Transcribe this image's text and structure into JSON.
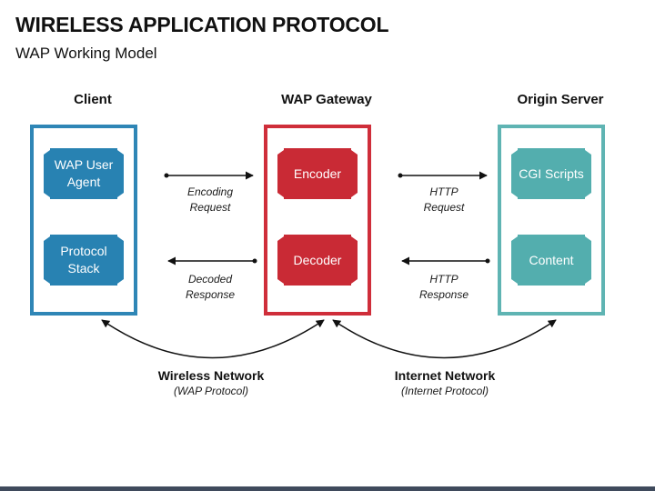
{
  "header": {
    "title": "WIRELESS APPLICATION PROTOCOL",
    "subtitle": "WAP Working Model"
  },
  "columns": {
    "client": {
      "label": "Client",
      "items": [
        "WAP User\nAgent",
        "Protocol\nStack"
      ],
      "color": "#2882b2"
    },
    "gateway": {
      "label": "WAP Gateway",
      "items": [
        "Encoder",
        "Decoder"
      ],
      "color": "#c92a35"
    },
    "origin": {
      "label": "Origin Server",
      "items": [
        "CGI Scripts",
        "Content"
      ],
      "color": "#53aeae"
    }
  },
  "arrows": {
    "encoding_request": [
      "Encoding",
      "Request"
    ],
    "decoded_response": [
      "Decoded",
      "Response"
    ],
    "http_request": [
      "HTTP",
      "Request"
    ],
    "http_response": [
      "HTTP",
      "Response"
    ]
  },
  "networks": {
    "wireless": {
      "title": "Wireless Network",
      "protocol": "(WAP Protocol)"
    },
    "internet": {
      "title": "Internet Network",
      "protocol": "(Internet Protocol)"
    }
  }
}
